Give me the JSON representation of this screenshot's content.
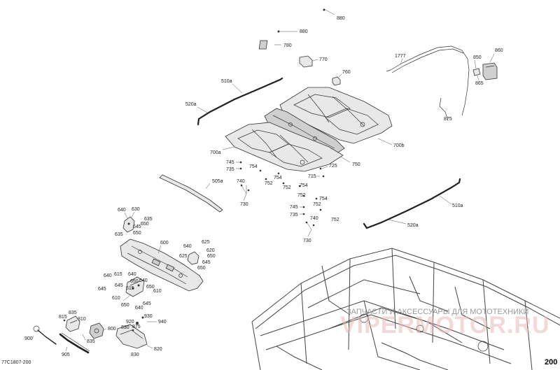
{
  "callouts": {
    "c880a": "880",
    "c880b": "880",
    "c780": "780",
    "c770": "770",
    "c760": "760",
    "c1777": "1777",
    "c850": "850",
    "c860": "860",
    "c865": "865",
    "c875": "875",
    "c510a_top": "510a",
    "c520a_top": "520a",
    "c700a": "700a",
    "c700b": "700b",
    "c750": "750",
    "c745a": "745",
    "c735a": "735",
    "c754a": "754",
    "c752a": "752",
    "c754b": "754",
    "c752b": "752",
    "c725": "725",
    "c715": "715",
    "c740a": "740",
    "c730a": "730",
    "c505a": "505a",
    "c754c": "754",
    "c752c": "752",
    "c754d": "754",
    "c752d": "752",
    "c745b": "745",
    "c735b": "735",
    "c740b": "740",
    "c730b": "730",
    "c510a_bot": "510a",
    "c520a_bot": "520a",
    "c640a": "640",
    "c630": "630",
    "c635a": "635",
    "c645a": "645",
    "c650a": "650",
    "c635b": "635",
    "c650b": "650",
    "c600": "600",
    "c640b": "640",
    "c625": "625",
    "c620a": "620",
    "c625b": "625",
    "c650c": "650",
    "c645b": "645",
    "c650d": "650",
    "c640c": "640",
    "c615a": "615",
    "c640d": "640",
    "c645c": "645",
    "c650e": "650",
    "c640e": "640",
    "c645d": "645",
    "c615b": "615",
    "c650f": "650",
    "c610a": "610",
    "c610b": "610",
    "c650g": "650",
    "c645e": "645",
    "c640f": "640",
    "c815": "815",
    "c835a": "835",
    "c810": "810",
    "c800": "800",
    "c835b": "835",
    "c900": "900",
    "c905": "905",
    "c920": "920",
    "c930": "930",
    "c940": "940",
    "c830a": "830",
    "c875b": "875",
    "c820": "820",
    "c830b": "830"
  },
  "watermark": {
    "caption": "ЗАПЧАСТИ И АКСЕССУАРЫ ДЛЯ МОТОТЕХНИКИ",
    "logo": "VIPERMOTOR.RU"
  },
  "footer": {
    "ref_code": "77C1807-200",
    "page_number": "200"
  }
}
